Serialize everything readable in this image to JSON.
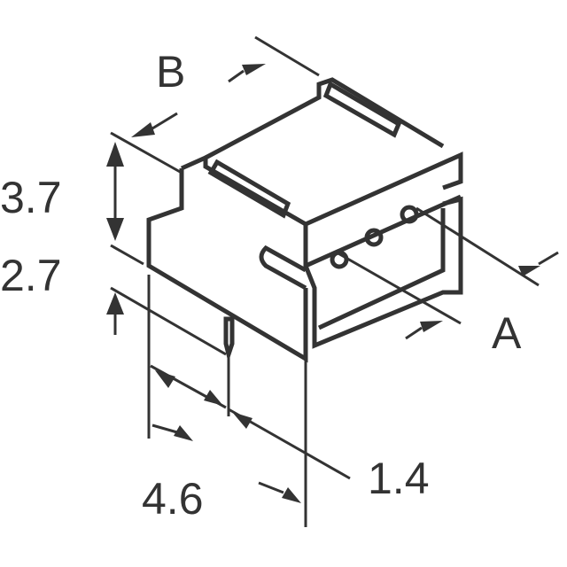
{
  "diagram": {
    "type": "connector-dimension-drawing",
    "colors": {
      "line": "#333333",
      "background": "#ffffff"
    },
    "labels": {
      "B": "B",
      "A": "A",
      "height_total": "3.7",
      "height_body": "2.7",
      "width": "4.6",
      "pin_offset": "1.4"
    }
  }
}
